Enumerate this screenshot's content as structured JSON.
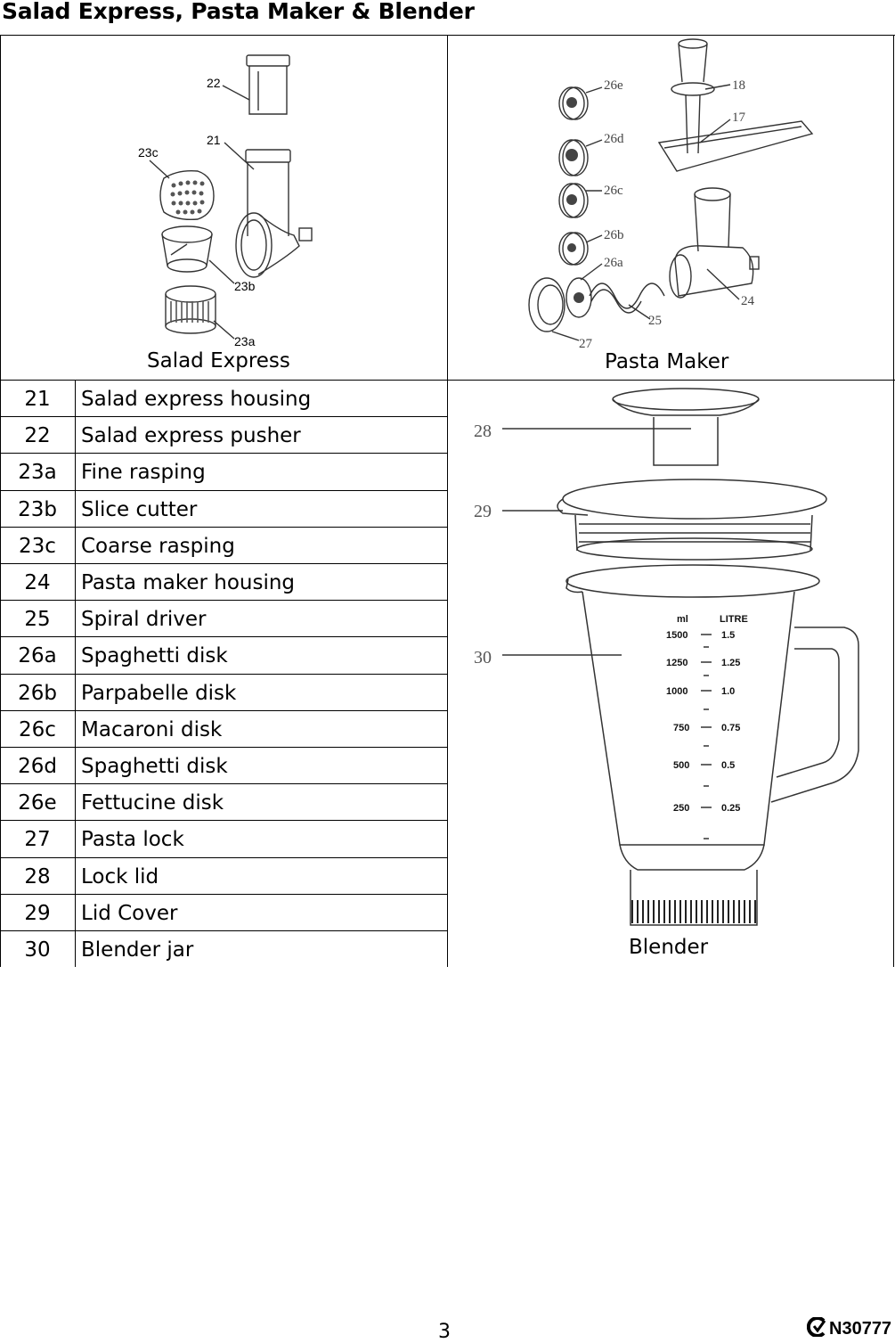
{
  "page": {
    "title": "Salad Express, Pasta Maker & Blender",
    "page_number": "3",
    "doc_code": "N30777"
  },
  "figures": {
    "salad_express": {
      "caption": "Salad Express",
      "labels": [
        "22",
        "21",
        "23c",
        "23b",
        "23a"
      ]
    },
    "pasta_maker": {
      "caption": "Pasta Maker",
      "labels": [
        "26e",
        "18",
        "17",
        "26d",
        "26c",
        "26b",
        "26a",
        "24",
        "25",
        "27"
      ]
    },
    "blender": {
      "caption": "Blender",
      "labels": [
        "28",
        "29",
        "30"
      ],
      "scale_ml": [
        "ml",
        "1500",
        "1250",
        "1000",
        "750",
        "500",
        "250"
      ],
      "scale_litre": [
        "LITRE",
        "1.5",
        "1.25",
        "1.0",
        "0.75",
        "0.5",
        "0.25"
      ]
    }
  },
  "parts": [
    {
      "num": "21",
      "name": "Salad express housing"
    },
    {
      "num": "22",
      "name": "Salad express pusher"
    },
    {
      "num": "23a",
      "name": "Fine rasping"
    },
    {
      "num": "23b",
      "name": "Slice cutter"
    },
    {
      "num": "23c",
      "name": "Coarse rasping"
    },
    {
      "num": "24",
      "name": "Pasta maker housing"
    },
    {
      "num": "25",
      "name": "Spiral driver"
    },
    {
      "num": "26a",
      "name": "Spaghetti disk"
    },
    {
      "num": "26b",
      "name": "Parpabelle disk"
    },
    {
      "num": "26c",
      "name": "Macaroni disk"
    },
    {
      "num": "26d",
      "name": "Spaghetti disk"
    },
    {
      "num": "26e",
      "name": "Fettucine disk"
    },
    {
      "num": "27",
      "name": "Pasta lock"
    },
    {
      "num": "28",
      "name": "Lock lid"
    },
    {
      "num": "29",
      "name": "Lid Cover"
    },
    {
      "num": "30",
      "name": "Blender jar"
    }
  ]
}
